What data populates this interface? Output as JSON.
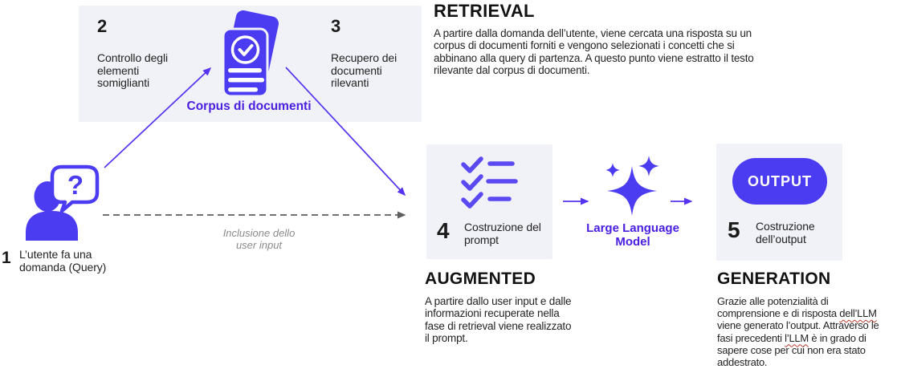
{
  "palette": {
    "icon_purple": "#4B3BF1",
    "label_violet": "#4A1FE0",
    "arrow_purple": "#5533F0",
    "box_background": "#F1F2F7",
    "dashed_arrow_gray": "#5F5F5F",
    "caption_gray": "#8A8A8A",
    "squiggle_red": "#C5392C",
    "body_text": "#232323"
  },
  "icons": {
    "corpus": "documents-check-icon",
    "user": "person-question-icon",
    "prompt": "checklist-icon",
    "llm": "sparkles-icon"
  },
  "steps": {
    "s1": {
      "num": "1",
      "label": "L’utente fa una\ndomanda (Query)"
    },
    "s2": {
      "num": "2",
      "label": "Controllo degli\nelementi\nsomiglianti"
    },
    "s3": {
      "num": "3",
      "label": "Recupero dei\ndocumenti\nrilevanti"
    },
    "s4": {
      "num": "4",
      "label": "Costruzione del\nprompt"
    },
    "s5": {
      "num": "5",
      "label": "Costruzione\ndell’output"
    }
  },
  "labels": {
    "corpus": "Corpus di documenti",
    "llm": "Large Language\nModel",
    "output": "OUTPUT",
    "user_input_caption": "Inclusione dello\nuser input"
  },
  "sections": {
    "retrieval": {
      "title": "RETRIEVAL",
      "body": "A partire dalla domanda dell’utente, viene cercata una risposta su un\ncorpus di documenti forniti e vengono selezionati i concetti che si\nabbinano alla query di partenza. A questo punto viene estratto il testo\nrilevante dal corpus di documenti."
    },
    "augmented": {
      "title": "AUGMENTED",
      "body": "A partire dallo user input e dalle\ninformazioni recuperate nella\nfase di retrieval viene realizzato\nil prompt."
    },
    "generation": {
      "title": "GENERATION",
      "segments": [
        {
          "text": "Grazie alle potenzialità di\ncomprensione e di risposta "
        },
        {
          "text": "dell’LLM",
          "squiggle": true
        },
        {
          "text": "\nviene generato l’output. Attraverso le\nfasi precedenti "
        },
        {
          "text": "l’LLM",
          "squiggle": true
        },
        {
          "text": " è in grado di\nsapere cose per cui non era stato\naddestrato."
        }
      ]
    }
  }
}
